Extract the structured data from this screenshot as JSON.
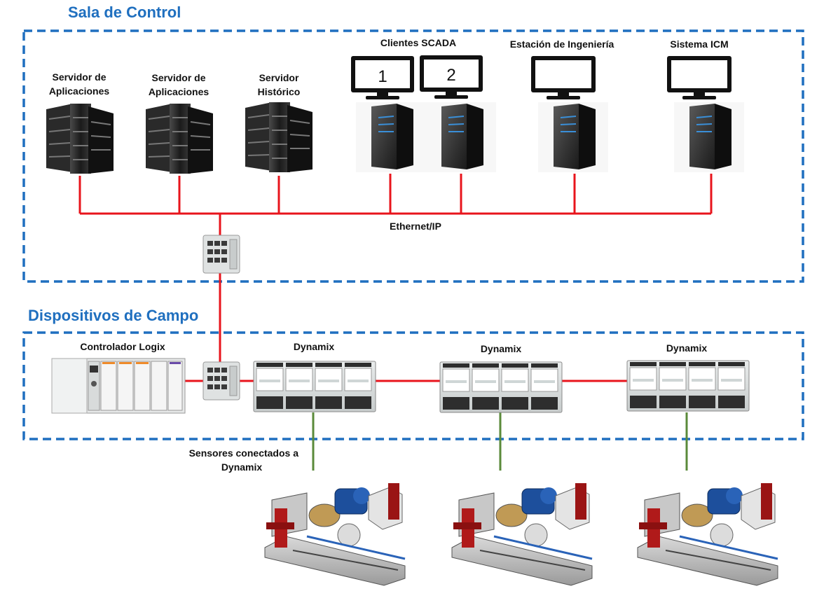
{
  "sections": {
    "control_room": "Sala de Control",
    "field_devices": "Dispositivos de Campo"
  },
  "servers": [
    {
      "line1": "Servidor de",
      "line2": "Aplicaciones"
    },
    {
      "line1": "Servidor de",
      "line2": "Aplicaciones"
    },
    {
      "line1": "Servidor",
      "line2": "Histórico"
    }
  ],
  "workstations": {
    "scada_clients": "Clientes SCADA",
    "client_1": "1",
    "client_2": "2",
    "engineering": "Estación de Ingeniería",
    "icm": "Sistema ICM"
  },
  "network": {
    "label": "Ethernet/IP"
  },
  "field": {
    "controller": "Controlador Logix",
    "dynamix": [
      "Dynamix",
      "Dynamix",
      "Dynamix"
    ],
    "sensors_line1": "Sensores conectados a",
    "sensors_line2": "Dynamix"
  },
  "colors": {
    "section_title": "#1f6fbf",
    "dashed_border": "#1f6fbf",
    "ethernet_line": "#e8141c",
    "sensor_line": "#5a8a3a"
  }
}
